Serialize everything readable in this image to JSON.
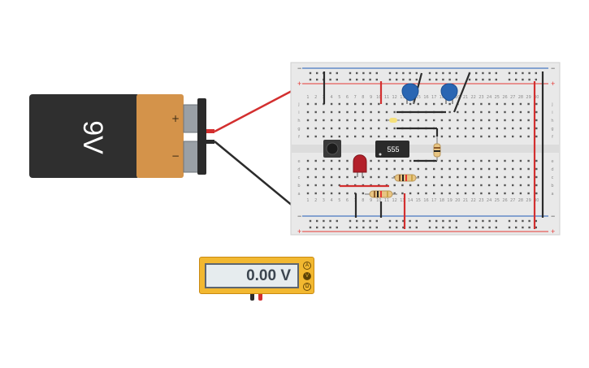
{
  "battery": {
    "label": "9V",
    "plus_symbol": "+",
    "minus_symbol": "−",
    "body_color": "#2f2f2f",
    "cap_color": "#d4934a"
  },
  "breadboard": {
    "rail_plus": "+",
    "rail_minus": "−",
    "row_letters_top": [
      "j",
      "i",
      "h",
      "g",
      "f"
    ],
    "row_letters_bottom": [
      "e",
      "d",
      "c",
      "b",
      "a"
    ],
    "column_numbers": [
      "1",
      "2",
      "3",
      "4",
      "5",
      "6",
      "7",
      "8",
      "9",
      "10",
      "11",
      "12",
      "13",
      "14",
      "15",
      "16",
      "17",
      "18",
      "19",
      "20",
      "21",
      "22",
      "23",
      "24",
      "25",
      "26",
      "27",
      "28",
      "29",
      "30"
    ],
    "rail_color_red": "#e53935",
    "rail_color_blue": "#1e5bb8"
  },
  "ic": {
    "label": "555"
  },
  "multimeter": {
    "reading": "0.00 V",
    "modes": [
      "A",
      "V",
      "Ω"
    ],
    "active_mode": "V"
  },
  "colors": {
    "wire_red": "#d32f2f",
    "wire_black": "#2b2b2b",
    "capacitor_blue": "#2a66b3",
    "led_red": "#b3202a",
    "meter_yellow": "#f2b830"
  }
}
